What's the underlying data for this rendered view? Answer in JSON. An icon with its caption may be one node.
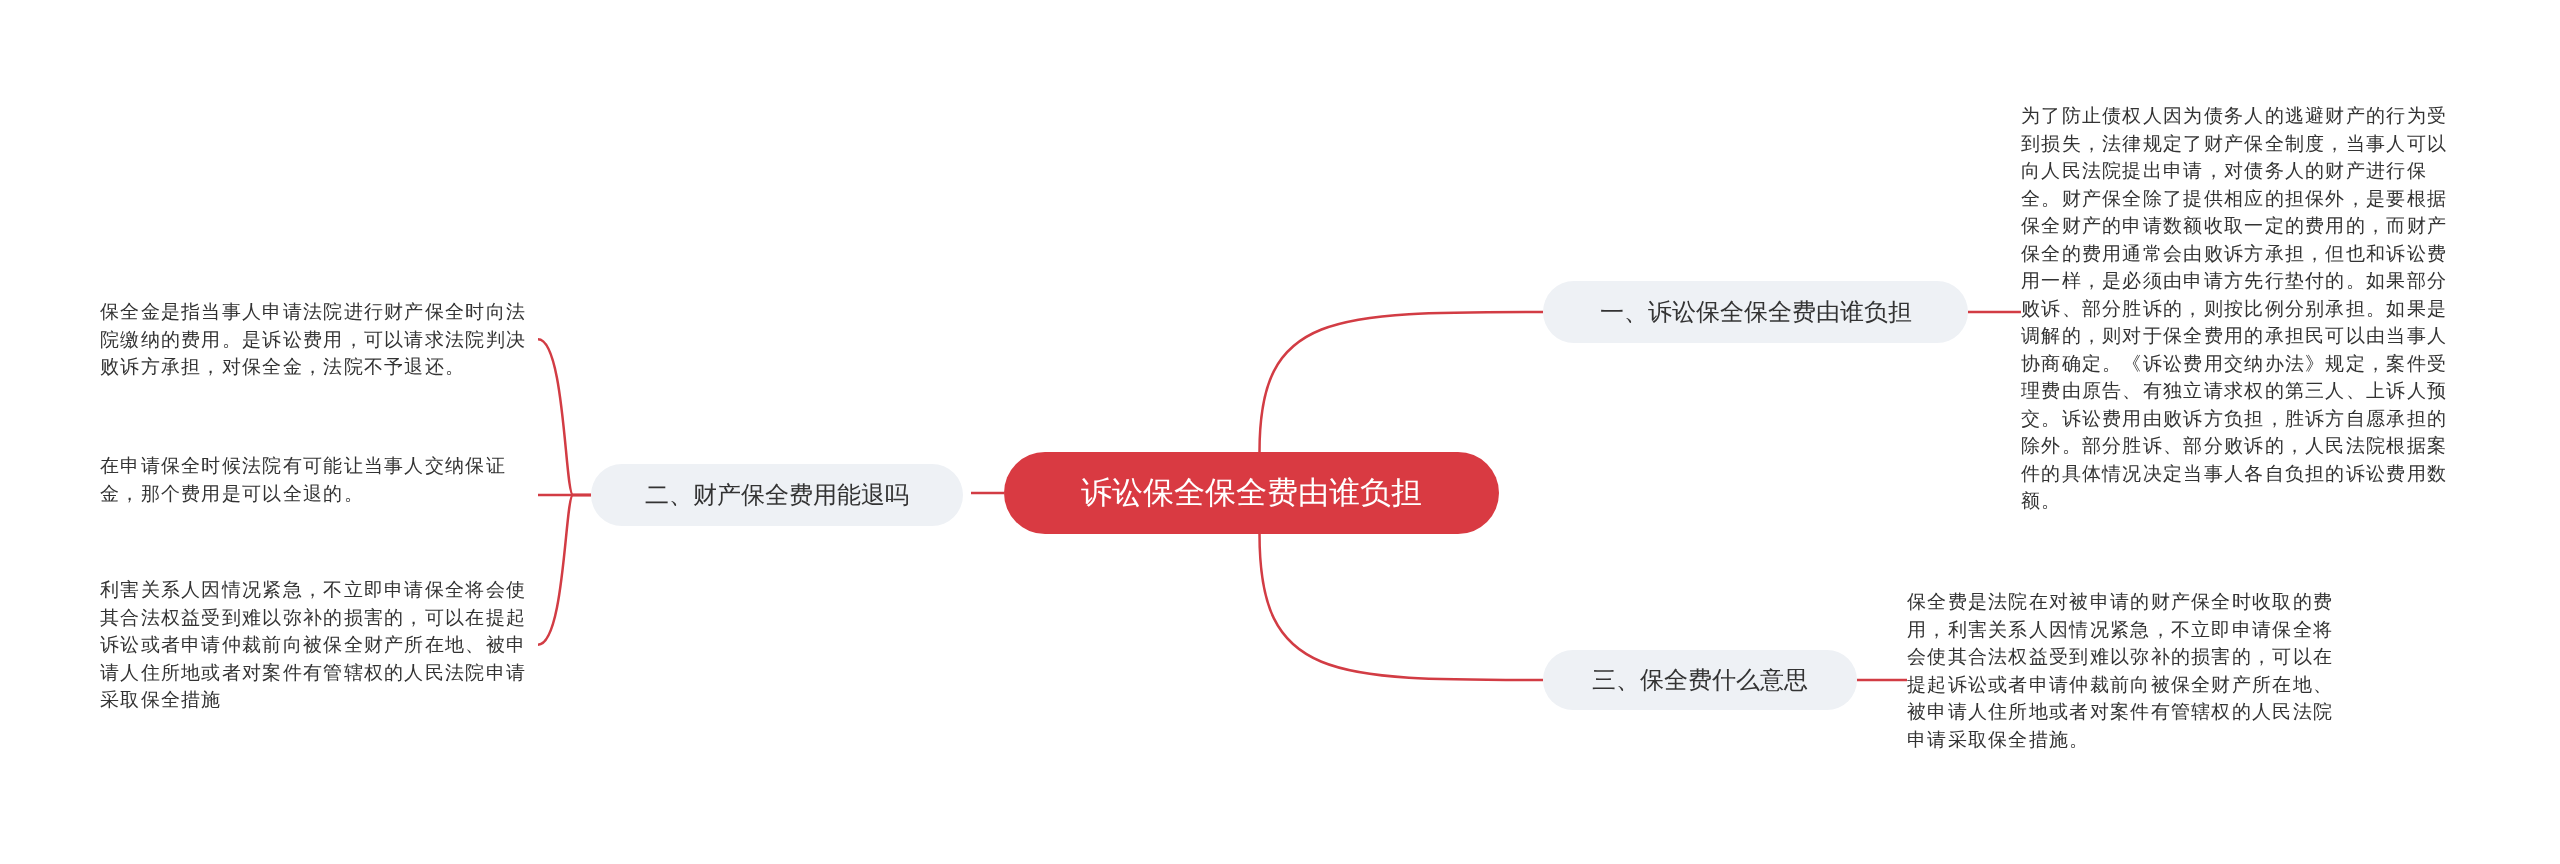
{
  "diagram": {
    "nodes": [
      {
        "text": [
          "诉讼保全保全费由谁负担"
        ]
      },
      {
        "text": [
          "一、诉讼保全保全费由谁负担"
        ]
      },
      {
        "text": [
          "为了防止债权人因为债务人的逃避财产的行为受到损失，法律规定了财产保全制度，当事人可以向人民法院提出申请，对债务人的财产进行保全。财产保全除了提供相应的担保外，是要根据保全财产的申请数额收取一定的费用的，而财产保全的费用通常会由败诉方承担，但也和诉讼费用一样，是必须由申请方先行垫付的。如果部分败诉、部分胜诉的，则按比例分别承担。如果是调解的，则对于保全费用的承担民可以由当事人协商确定。《诉讼费用交纳办法》规定，案件受理费由原告、有独立请求权的第三人、上诉人预交。诉讼费用由败诉方负担，胜诉方自愿承担的除外。部分胜诉、部分败诉的，人民法院根据案件的具体情况决定当事人各自负担的诉讼费用数额。"
        ]
      },
      {
        "text": [
          "二、财产保全费用能退吗"
        ]
      },
      {
        "text": [
          "保全金是指当事人申请法院进行财产保全时向法院缴纳的费用。是诉讼费用，可以请求法院判决败诉方承担，对保全金，法院不予退还。"
        ]
      },
      {
        "text": [
          "在申请保全时候法院有可能让当事人交纳保证金，那个费用是可以全退的。"
        ]
      },
      {
        "text": [
          "利害关系人因情况紧急，不立即申请保全将会使其合法权益受到难以弥补的损害的，可以在提起诉讼或者申请仲裁前向被保全财产所在地、被申请人住所地或者对案件有管辖权的人民法院申请采取保全措施"
        ]
      },
      {
        "text": [
          "三、保全费什么意思"
        ]
      },
      {
        "text": [
          "保全费是法院在对被申请的财产保全时收取的费用，利害关系人因情况紧急，不立即申请保全将会使其合法权益受到难以弥补的损害的，可以在提起诉讼或者申请仲裁前向被保全财产所在地、被申请人住所地或者对案件有管辖权的人民法院申请采取保全措施。"
        ]
      }
    ],
    "edges": [
      {
        "from": 0,
        "to": 1,
        "arrow": "none"
      },
      {
        "from": 1,
        "to": 2,
        "arrow": "none"
      },
      {
        "from": 0,
        "to": 3,
        "arrow": "none"
      },
      {
        "from": 3,
        "to": 4,
        "arrow": "none"
      },
      {
        "from": 3,
        "to": 5,
        "arrow": "none"
      },
      {
        "from": 3,
        "to": 6,
        "arrow": "none"
      },
      {
        "from": 0,
        "to": 7,
        "arrow": "none"
      },
      {
        "from": 7,
        "to": 8,
        "arrow": "none"
      }
    ]
  }
}
